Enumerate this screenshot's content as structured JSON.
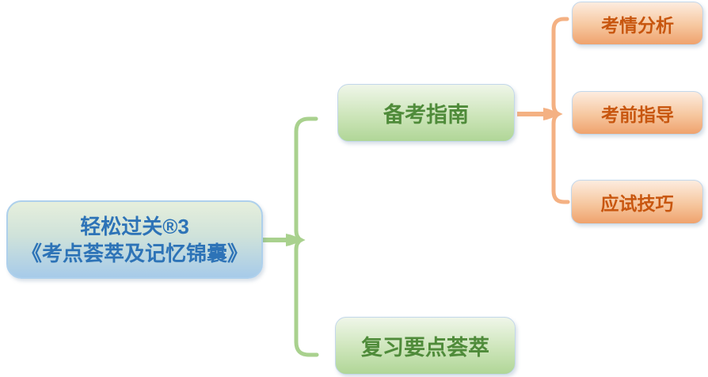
{
  "root": {
    "line1": "轻松过关®3",
    "line2": "《考点荟萃及记忆锦囊》"
  },
  "branches": [
    {
      "label": "备考指南",
      "children": [
        {
          "label": "考情分析"
        },
        {
          "label": "考前指导"
        },
        {
          "label": "应试技巧"
        }
      ]
    },
    {
      "label": "复习要点荟萃",
      "children": []
    }
  ],
  "colors": {
    "root_text": "#2d73b7",
    "branch_text": "#4f8b3a",
    "leaf_text": "#c8560f",
    "branch_line": "#a9d18e",
    "leaf_line": "#f4b183"
  }
}
